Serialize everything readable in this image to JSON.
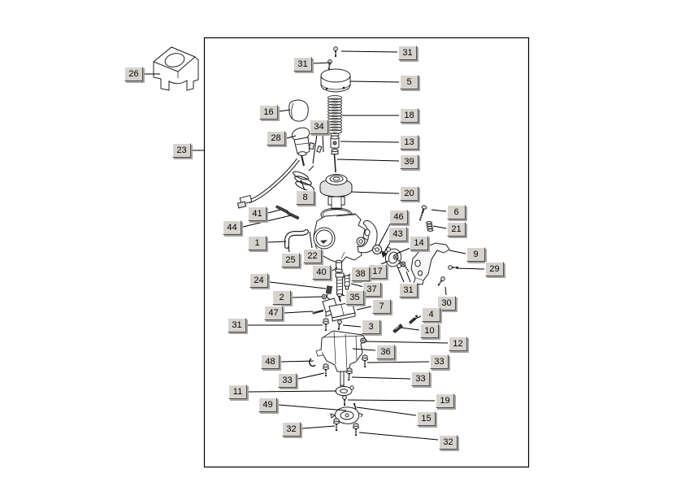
{
  "page": {
    "background": "#ffffff"
  },
  "colors": {
    "drawing_line": "#1a1a1a",
    "leader_line": "#000000",
    "callout_face": "#d6d3ce",
    "callout_border_light": "#ffffff",
    "callout_border_dark": "#4d4d4d",
    "callout_shadow": "#a5a5a5",
    "frame_border": "#000000"
  },
  "callouts": [
    {
      "text": "26"
    },
    {
      "text": "23"
    },
    {
      "text": "31"
    },
    {
      "text": "31"
    },
    {
      "text": "5"
    },
    {
      "text": "16"
    },
    {
      "text": "18"
    },
    {
      "text": "34"
    },
    {
      "text": "28"
    },
    {
      "text": "13"
    },
    {
      "text": "39"
    },
    {
      "text": "20"
    },
    {
      "text": "8"
    },
    {
      "text": "6"
    },
    {
      "text": "41"
    },
    {
      "text": "46"
    },
    {
      "text": "44"
    },
    {
      "text": "21"
    },
    {
      "text": "43"
    },
    {
      "text": "1"
    },
    {
      "text": "14"
    },
    {
      "text": "9"
    },
    {
      "text": "22"
    },
    {
      "text": "25"
    },
    {
      "text": "29"
    },
    {
      "text": "17"
    },
    {
      "text": "40"
    },
    {
      "text": "38"
    },
    {
      "text": "24"
    },
    {
      "text": "37"
    },
    {
      "text": "31"
    },
    {
      "text": "2"
    },
    {
      "text": "35"
    },
    {
      "text": "30"
    },
    {
      "text": "7"
    },
    {
      "text": "47"
    },
    {
      "text": "4"
    },
    {
      "text": "31"
    },
    {
      "text": "3"
    },
    {
      "text": "10"
    },
    {
      "text": "12"
    },
    {
      "text": "36"
    },
    {
      "text": "48"
    },
    {
      "text": "33"
    },
    {
      "text": "33"
    },
    {
      "text": "33"
    },
    {
      "text": "11"
    },
    {
      "text": "19"
    },
    {
      "text": "49"
    },
    {
      "text": "15"
    },
    {
      "text": "32"
    },
    {
      "text": "32"
    }
  ]
}
